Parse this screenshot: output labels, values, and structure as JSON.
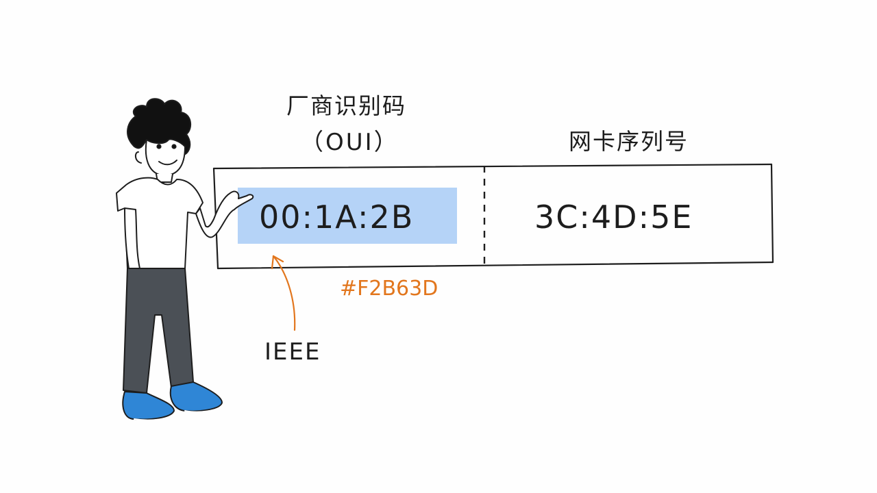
{
  "mac_address": {
    "oui_title": "厂商识别码",
    "oui_abbr": "（OUI）",
    "oui_value": "00:1A:2B",
    "nic_title": "网卡序列号",
    "nic_value": "3C:4D:5E"
  },
  "annotations": {
    "color_note": "#F2B63D",
    "ieee_label": "IEEE"
  },
  "colors": {
    "highlight": "#b5d3f7",
    "arrow": "#e2761d",
    "ink": "#1d1d1d",
    "shoe": "#2f86d6",
    "pants": "#4b5056"
  }
}
